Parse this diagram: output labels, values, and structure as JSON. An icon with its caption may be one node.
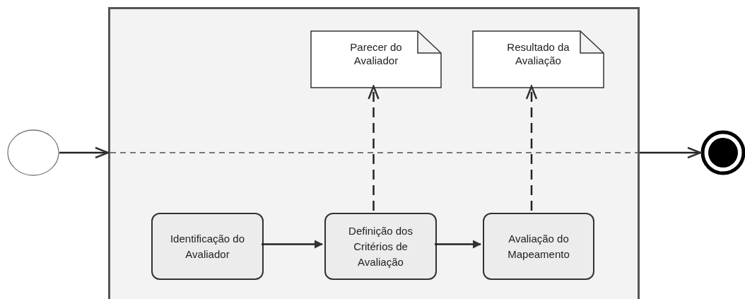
{
  "diagram": {
    "nodes": [
      {
        "text": [],
        "shape": "circle"
      },
      {
        "text": [],
        "shape": "box"
      },
      {
        "text": [
          "Parecer do Avaliador"
        ],
        "in": 1
      },
      {
        "text": [
          "Resultado da Avaliação"
        ],
        "in": 1
      },
      {
        "text": [
          "Identificação do Avaliador"
        ],
        "in": 1
      },
      {
        "text": [
          "Definição dos Critérios de Avaliação"
        ],
        "in": 1
      },
      {
        "text": [
          "Avaliação do Mapeamento"
        ],
        "in": 1
      },
      {
        "text": [],
        "shape": "bullseye"
      }
    ],
    "edges": [
      {
        "from": 0,
        "to": 1,
        "arrow": "to"
      },
      {
        "from": 4,
        "to": 5,
        "arrow": "to"
      },
      {
        "from": 5,
        "to": 6,
        "arrow": "to"
      },
      {
        "from": 5,
        "to": 2,
        "arrow": "to",
        "style": "dashed"
      },
      {
        "from": 6,
        "to": 3,
        "arrow": "to",
        "style": "dashed"
      },
      {
        "from": 1,
        "to": 7,
        "arrow": "to"
      }
    ]
  }
}
